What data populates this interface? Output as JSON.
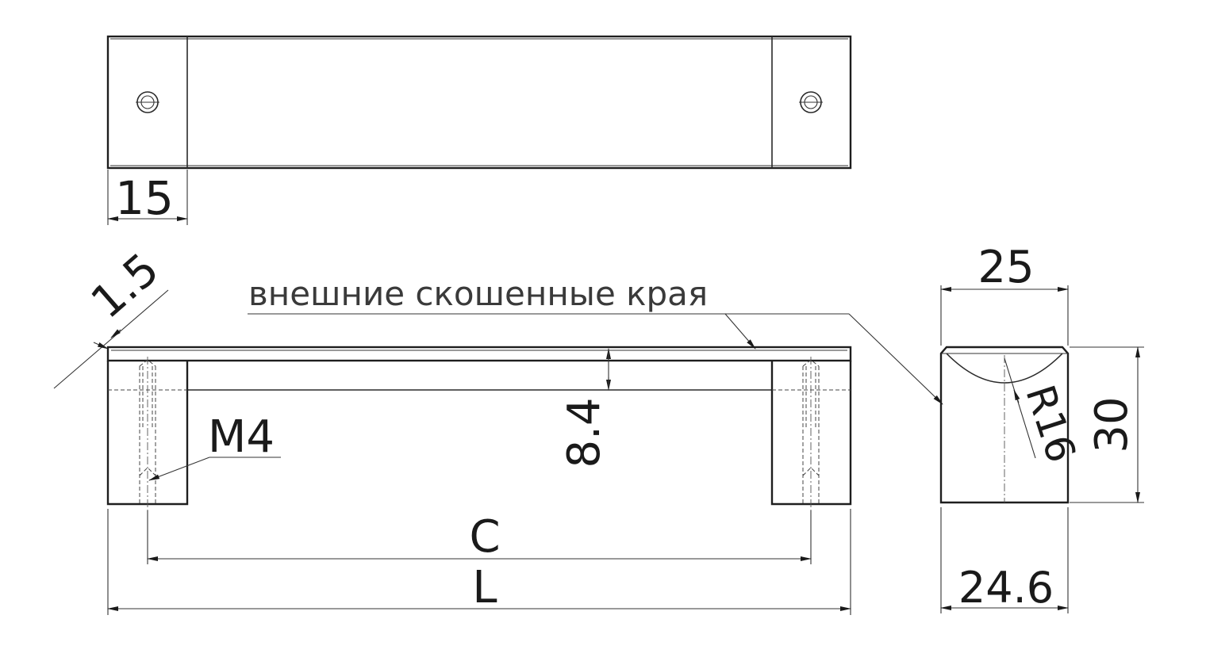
{
  "dimensions": {
    "top_width": "15",
    "chamfer": "1.5",
    "bar_thickness": "8.4",
    "thread": "M4",
    "center_distance": "C",
    "length": "L",
    "side_width": "25",
    "side_height": "30",
    "side_radius": "R16",
    "side_base_width": "24.6"
  },
  "annotations": {
    "chamfer_note": "внешние скошенные края"
  }
}
